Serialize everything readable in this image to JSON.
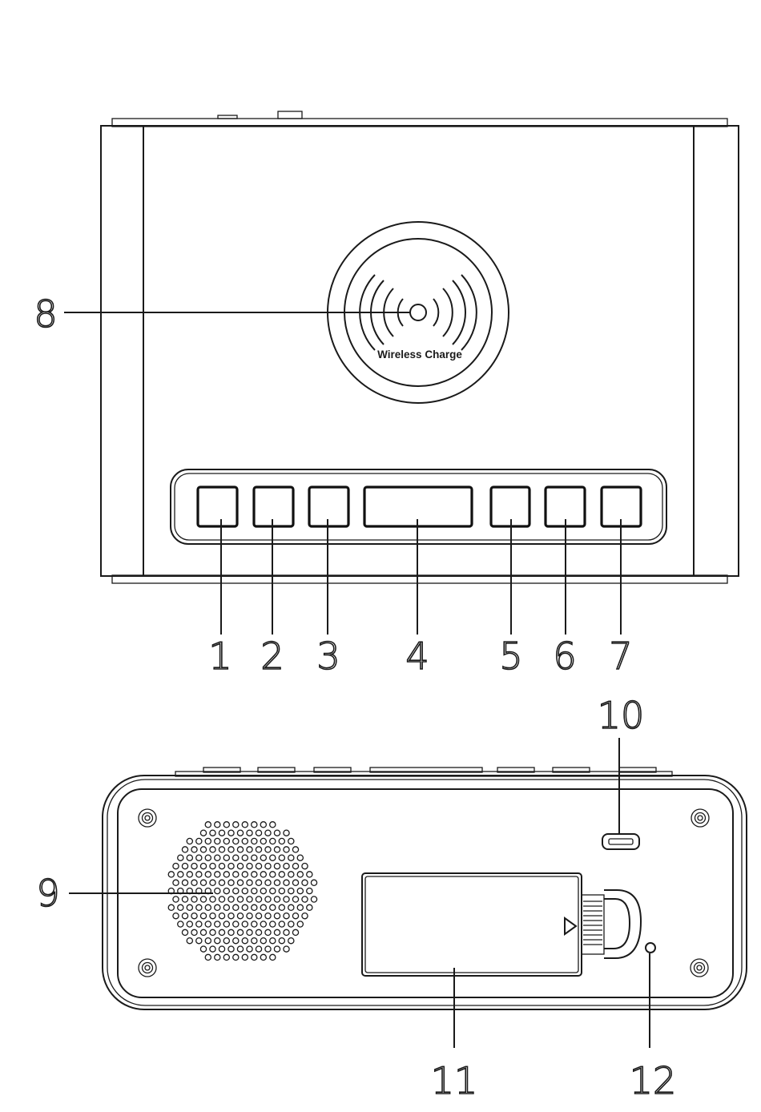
{
  "front_view": {
    "charger_label": "Wireless Charge",
    "callouts": [
      "1",
      "2",
      "3",
      "4",
      "5",
      "6",
      "7",
      "8"
    ]
  },
  "back_view": {
    "callouts": [
      "9",
      "10",
      "11",
      "12"
    ]
  }
}
